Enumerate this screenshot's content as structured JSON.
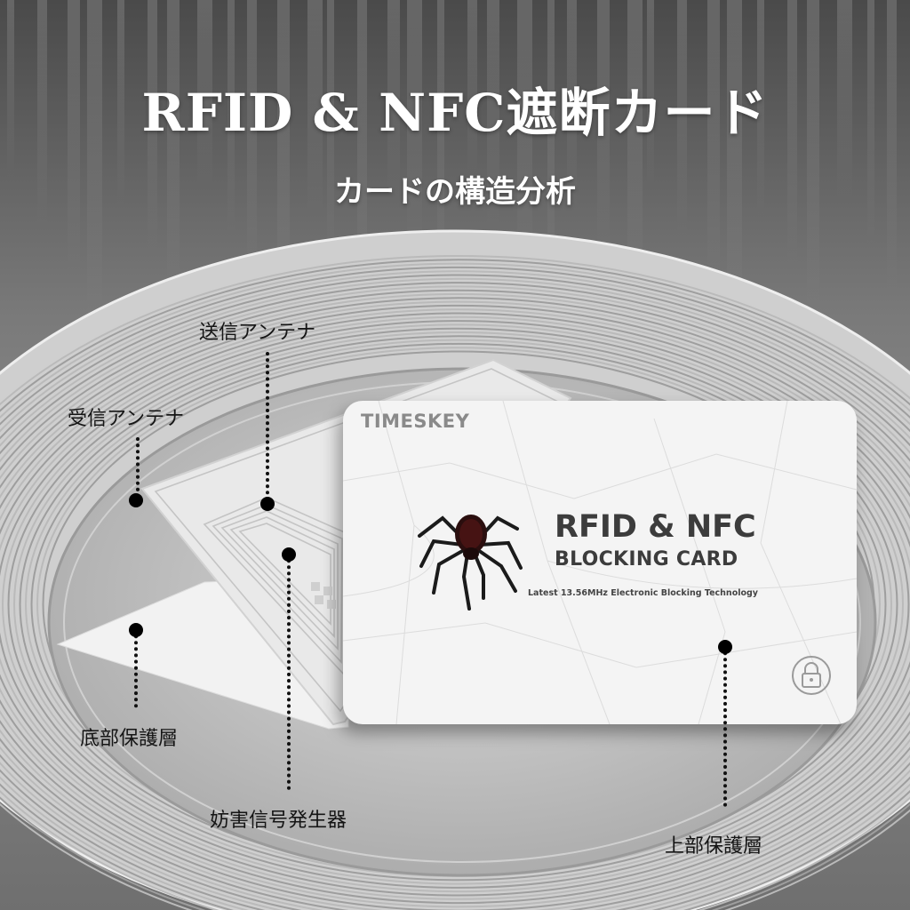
{
  "title": "RFID & NFC遮断カード",
  "subtitle": "カードの構造分析",
  "labels": {
    "send_antenna": "送信アンテナ",
    "receive_antenna": "受信アンテナ",
    "bottom_layer": "底部保護層",
    "jammer": "妨害信号発生器",
    "top_layer": "上部保護層"
  },
  "card": {
    "brand": "TIMESKEY",
    "line1": "RFID & NFC",
    "line2": "BLOCKING CARD",
    "tagline": "Latest 13.56MHz Electronic Blocking Technology"
  },
  "icons": [
    "spider-icon",
    "lock-icon"
  ],
  "colors": {
    "background": "#5a5a5a",
    "card": "#f4f4f4",
    "text_dark": "#151515",
    "text_light": "#ffffff"
  }
}
